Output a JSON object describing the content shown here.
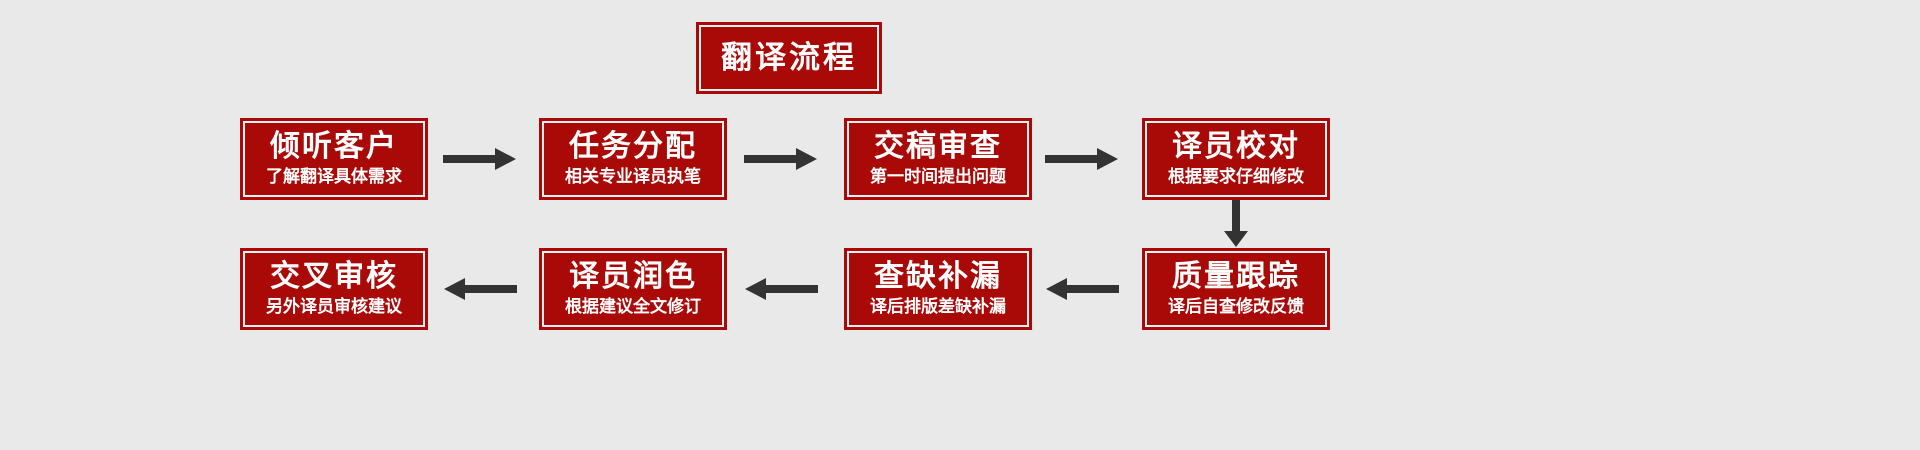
{
  "diagram": {
    "title": "翻译流程",
    "background_color": "#e9e9e9",
    "box_fill_color": "#a90a08",
    "box_inner_border_color": "#f2f0f0",
    "arrow_color": "#333333",
    "text_color": "#ffffff"
  },
  "title_card": {
    "label": "翻译流程"
  },
  "steps": [
    {
      "id": 1,
      "main": "倾听客户",
      "sub": "了解翻译具体需求"
    },
    {
      "id": 2,
      "main": "任务分配",
      "sub": "相关专业译员执笔"
    },
    {
      "id": 3,
      "main": "交稿审查",
      "sub": "第一时间提出问题"
    },
    {
      "id": 4,
      "main": "译员校对",
      "sub": "根据要求仔细修改"
    },
    {
      "id": 5,
      "main": "质量跟踪",
      "sub": "译后自查修改反馈"
    },
    {
      "id": 6,
      "main": "查缺补漏",
      "sub": "译后排版差缺补漏"
    },
    {
      "id": 7,
      "main": "译员润色",
      "sub": "根据建议全文修订"
    },
    {
      "id": 8,
      "main": "交叉审核",
      "sub": "另外译员审核建议"
    }
  ],
  "connectors": [
    {
      "id": "arrow-1-2",
      "from": "倾听客户",
      "to": "任务分配",
      "direction": "right"
    },
    {
      "id": "arrow-2-3",
      "from": "任务分配",
      "to": "交稿审查",
      "direction": "right"
    },
    {
      "id": "arrow-3-4",
      "from": "交稿审查",
      "to": "译员校对",
      "direction": "right"
    },
    {
      "id": "arrow-4-5",
      "from": "译员校对",
      "to": "质量跟踪",
      "direction": "down"
    },
    {
      "id": "arrow-5-6",
      "from": "质量跟踪",
      "to": "查缺补漏",
      "direction": "left"
    },
    {
      "id": "arrow-6-7",
      "from": "查缺补漏",
      "to": "译员润色",
      "direction": "left"
    },
    {
      "id": "arrow-7-8",
      "from": "译员润色",
      "to": "交叉审核",
      "direction": "left"
    }
  ]
}
